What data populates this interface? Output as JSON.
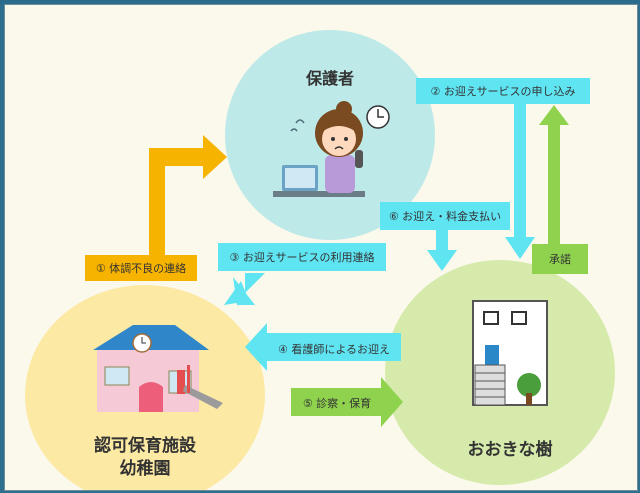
{
  "nodes": {
    "guardian": {
      "label": "保護者",
      "color": "#bde9e8"
    },
    "nursery": {
      "line1": "認可保育施設",
      "line2": "幼稚園",
      "color": "#fce9a4"
    },
    "ookina": {
      "label": "おおきな樹",
      "color": "#d6ebab"
    }
  },
  "steps": {
    "s1": "① 体調不良の連絡",
    "s2": "② お迎えサービスの申し込み",
    "s3": "③ お迎えサービスの利用連絡",
    "s4": "④ 看護師によるお迎え",
    "s5": "⑤ 診察・保育",
    "s6": "⑥ お迎え・料金支払い",
    "approve": "承諾"
  },
  "colors": {
    "orange": "#f6b400",
    "cyan": "#5fe4f2",
    "green": "#8fd24e",
    "light_green": "#9fe07b"
  }
}
